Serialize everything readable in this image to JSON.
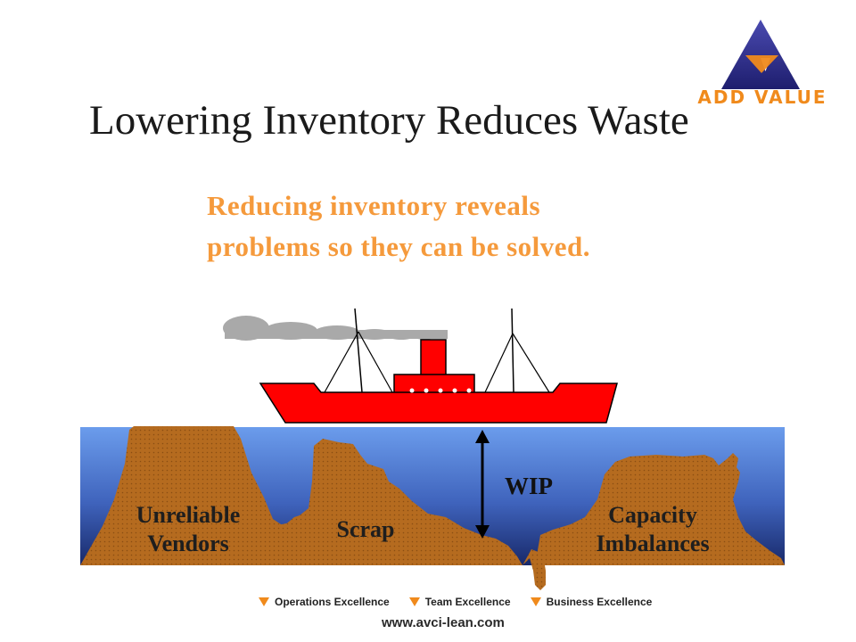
{
  "slide": {
    "title": "Lowering Inventory Reduces Waste",
    "subtitle_line1": "Reducing inventory reveals",
    "subtitle_line2": "problems so they can be solved."
  },
  "logo": {
    "text": "ADD VALUE"
  },
  "rocks": {
    "unreliable_line1": "Unreliable",
    "unreliable_line2": "Vendors",
    "scrap": "Scrap",
    "capacity_line1": "Capacity",
    "capacity_line2": "Imbalances"
  },
  "wip_label": "WIP",
  "footer": {
    "items": [
      "Operations Excellence",
      "Team Excellence",
      "Business Excellence"
    ],
    "url": "www.avci-lean.com"
  },
  "colors": {
    "title": "#1a1a1a",
    "subtitle": "#f59a3c",
    "ship_hull": "#ff0000",
    "water_top": "#5f8fe0",
    "water_bottom": "#1a2f6e",
    "rock": "#b46a1e",
    "logo_blue": "#2a2a8c",
    "logo_orange": "#f08a1c"
  },
  "icons": [
    "logo-triangle-icon",
    "steam-cloud-icon",
    "ship-icon",
    "double-arrow-icon",
    "triangle-bullet-icon"
  ]
}
